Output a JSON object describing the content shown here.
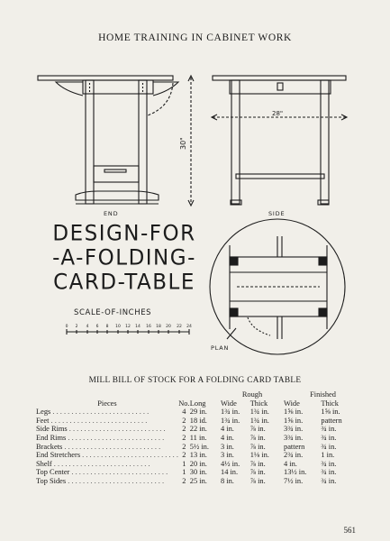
{
  "page": {
    "running_head": "HOME TRAINING IN CABINET WORK",
    "page_number": "561"
  },
  "drawing": {
    "title_lines": [
      "DESIGN-FOR",
      "-A-FOLDING-",
      "CARD-TABLE"
    ],
    "label_end": "END",
    "label_side": "SIDE",
    "label_plan": "PLAN",
    "dim_height": "30\"",
    "dim_width": "28\"",
    "scale_label": "SCALE-OF-INCHES",
    "scale_ticks": [
      "0",
      "2",
      "4",
      "6",
      "8",
      "10",
      "12",
      "14",
      "16",
      "18",
      "20",
      "22",
      "24"
    ]
  },
  "mill_bill": {
    "title": "MILL BILL OF STOCK FOR A FOLDING CARD TABLE",
    "group_rough": "Rough",
    "group_finished": "Finished",
    "headers": [
      "Pieces",
      "No.",
      "Long",
      "Wide",
      "Thick",
      "Wide",
      "Thick"
    ],
    "rows": [
      {
        "piece": "Legs",
        "no": "4",
        "long": "29 in.",
        "rw": "1¾ in.",
        "rt": "1¾ in.",
        "fw": "1⅝ in.",
        "ft": "1⅝ in."
      },
      {
        "piece": "Feet",
        "no": "2",
        "long": "18 id.",
        "rw": "1¾ in.",
        "rt": "1¾ in.",
        "fw": "1⅝ in.",
        "ft": "pattern"
      },
      {
        "piece": "Side Rims",
        "no": "2",
        "long": "22 in.",
        "rw": "4 in.",
        "rt": "⅞ in.",
        "fw": "3¾ in.",
        "ft": "¾ in."
      },
      {
        "piece": "End Rims",
        "no": "2",
        "long": "11 in.",
        "rw": "4 in.",
        "rt": "⅞ in.",
        "fw": "3¾ in.",
        "ft": "¾ in."
      },
      {
        "piece": "Brackets",
        "no": "2",
        "long": "5½ in.",
        "rw": "3 in.",
        "rt": "⅞ in.",
        "fw": "pattern",
        "ft": "¾ in."
      },
      {
        "piece": "End Stretchers",
        "no": "2",
        "long": "13 in.",
        "rw": "3 in.",
        "rt": "1⅛ in.",
        "fw": "2¾ in.",
        "ft": "1 in."
      },
      {
        "piece": "Shelf",
        "no": "1",
        "long": "20 in.",
        "rw": "4½ in.",
        "rt": "⅞ in.",
        "fw": "4 in.",
        "ft": "¾ in."
      },
      {
        "piece": "Top Center",
        "no": "1",
        "long": "30 in.",
        "rw": "14 in.",
        "rt": "⅞ in.",
        "fw": "13½ in.",
        "ft": "¾ in."
      },
      {
        "piece": "Top Sides",
        "no": "2",
        "long": "25 in.",
        "rw": "8 in.",
        "rt": "⅞ in.",
        "fw": "7½ in.",
        "ft": "¾ in."
      }
    ]
  }
}
